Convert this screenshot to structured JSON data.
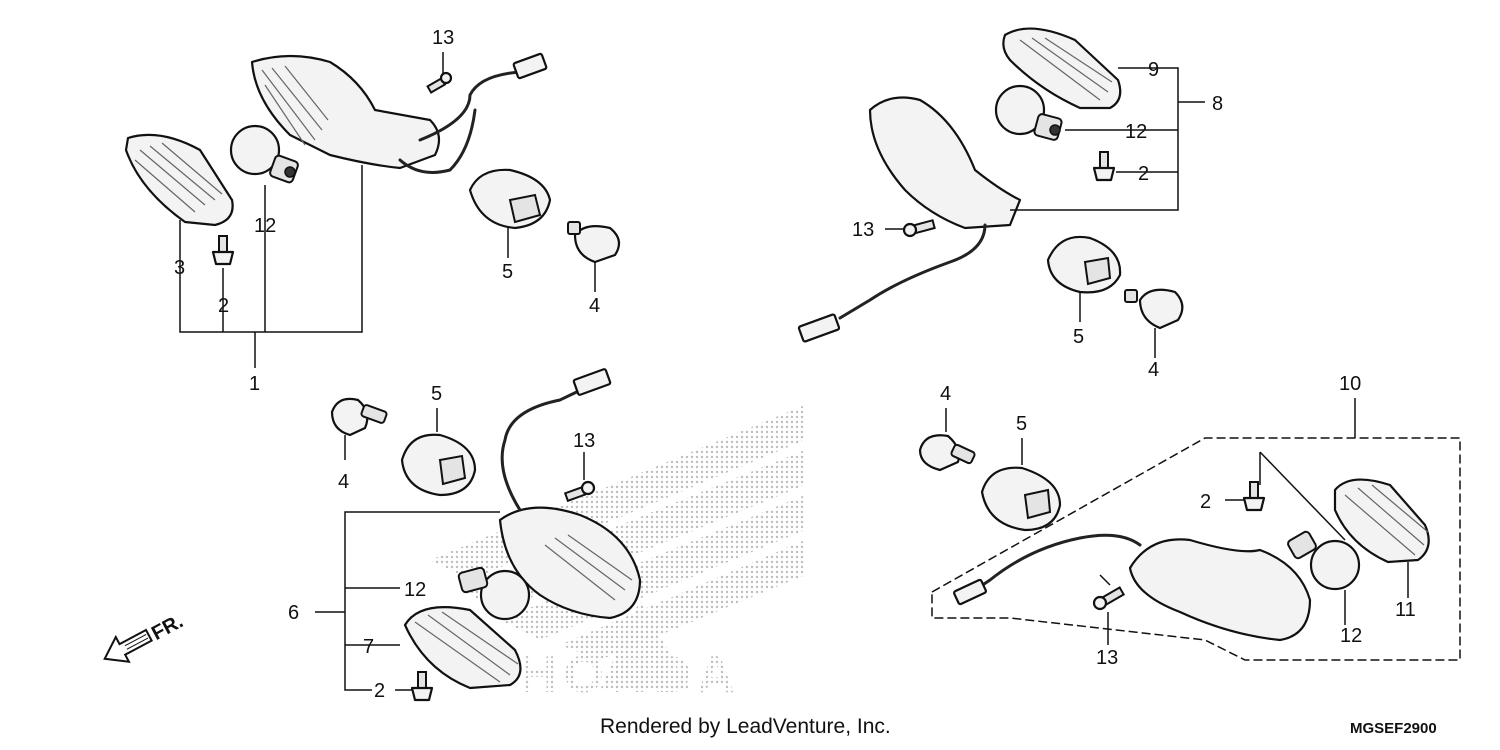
{
  "callouts": {
    "tl_13": "13",
    "tl_12": "12",
    "tl_3": "3",
    "tl_2": "2",
    "tl_5": "5",
    "tl_4": "4",
    "tl_1": "1",
    "tr_9": "9",
    "tr_8": "8",
    "tr_12": "12",
    "tr_2": "2",
    "tr_13": "13",
    "tr_5": "5",
    "tr_4": "4",
    "bl_4": "4",
    "bl_5": "5",
    "bl_13": "13",
    "bl_12": "12",
    "bl_6": "6",
    "bl_7": "7",
    "bl_2": "2",
    "br_10": "10",
    "br_4": "4",
    "br_5": "5",
    "br_2": "2",
    "br_11": "11",
    "br_12": "12",
    "br_13": "13"
  },
  "watermark": "HONDA",
  "direction_label": "FR.",
  "footer": {
    "credit": "Rendered by LeadVenture, Inc.",
    "diagram_code": "MGSEF2900"
  },
  "colors": {
    "ink": "#111111",
    "watermark": "#bdbdbd",
    "part_fill": "#f3f3f3"
  }
}
